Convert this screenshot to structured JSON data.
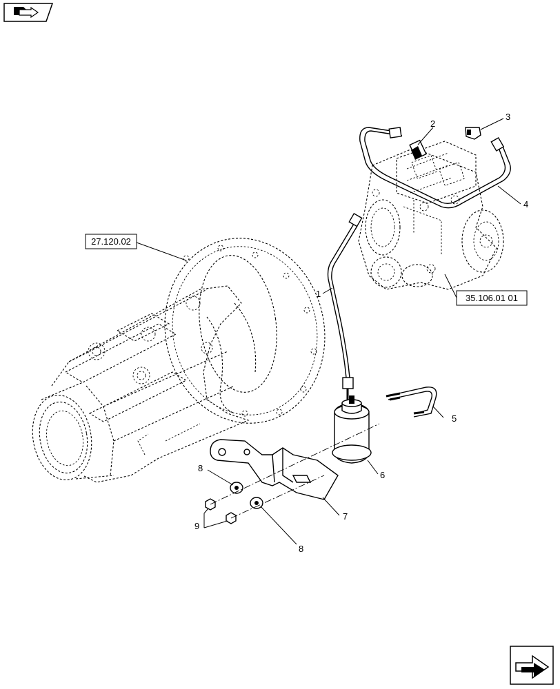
{
  "references": [
    {
      "id": "ref-rear-axle",
      "label": "27.120.02"
    },
    {
      "id": "ref-pump",
      "label": "35.106.01 01"
    }
  ],
  "callouts": [
    {
      "id": "1",
      "label": "1"
    },
    {
      "id": "2",
      "label": "2"
    },
    {
      "id": "3",
      "label": "3"
    },
    {
      "id": "4",
      "label": "4"
    },
    {
      "id": "5",
      "label": "5"
    },
    {
      "id": "6",
      "label": "6"
    },
    {
      "id": "7",
      "label": "7"
    },
    {
      "id": "8a",
      "label": "8"
    },
    {
      "id": "8b",
      "label": "8"
    },
    {
      "id": "9",
      "label": "9"
    }
  ],
  "icons": {
    "top_left": "book-arrow-icon",
    "bottom_right": "next-page-arrow-icon"
  }
}
